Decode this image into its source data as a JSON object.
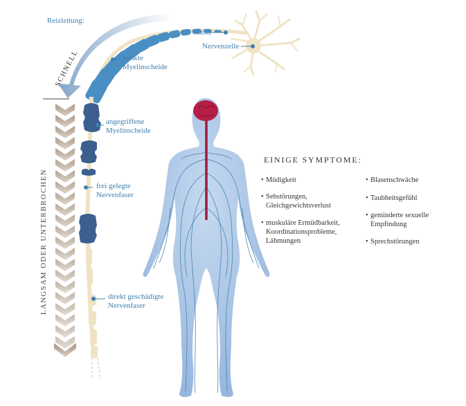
{
  "labels": {
    "reizleitung": "Reizleitung:",
    "schnell": "SCHNELL",
    "langsam": "LANGSAM ODER UNTERBROCHEN",
    "axon": "Axon",
    "nervenzelle": "Nervenzelle",
    "intakte_1": "intakte",
    "intakte_2": "Myelinscheide",
    "angegriffene_1": "angegriffene",
    "angegriffene_2": "Myelinscheide",
    "frei_1": "frei gelegte",
    "frei_2": "Nervenfaser",
    "direkt_1": "direkt geschädigte",
    "direkt_2": "Nervenfaser"
  },
  "symptoms": {
    "title": "EINIGE SYMPTOME:",
    "bullet": "•",
    "left": [
      {
        "lines": [
          "Müdigkeit"
        ]
      },
      {
        "lines": [
          "Sehstörungen,",
          "Gleichgewichtsverlust"
        ]
      },
      {
        "lines": [
          "muskuläre Ermüdbarkeit,",
          "Koordinationsprobleme,",
          "Lähmungen"
        ]
      }
    ],
    "right": [
      {
        "lines": [
          "Blasenschwäche"
        ]
      },
      {
        "lines": [
          "Taubheitsgefühl"
        ]
      },
      {
        "lines": [
          "geminderte sexuelle",
          "Empfindung"
        ]
      },
      {
        "lines": [
          "Sprechstörungen"
        ]
      }
    ]
  },
  "colors": {
    "label_blue": "#3f7fae",
    "myelin_intact": "#4a8fc4",
    "myelin_damaged": "#3b5f8f",
    "fiber": "#efe3c4",
    "body": "#a9c6e6",
    "brain": "#b51e45",
    "arrow_slow": "#c7b8a9"
  }
}
